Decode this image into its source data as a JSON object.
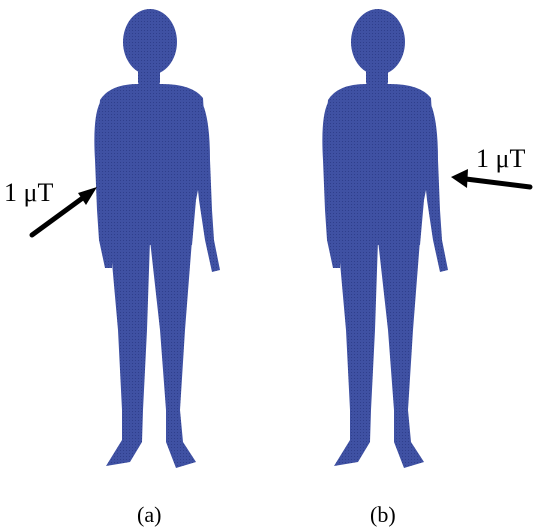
{
  "figure": {
    "colors": {
      "body": "#3f51a3",
      "body_shade": "#2f3f8c",
      "arrow": "#000000",
      "background": "#ffffff"
    },
    "panels": [
      {
        "label": "(a)",
        "field_label": "1 μT",
        "arrow_direction": "up-right, oblique to torso"
      },
      {
        "label": "(b)",
        "field_label": "1 μT",
        "arrow_direction": "left, horizontal toward body"
      }
    ]
  }
}
